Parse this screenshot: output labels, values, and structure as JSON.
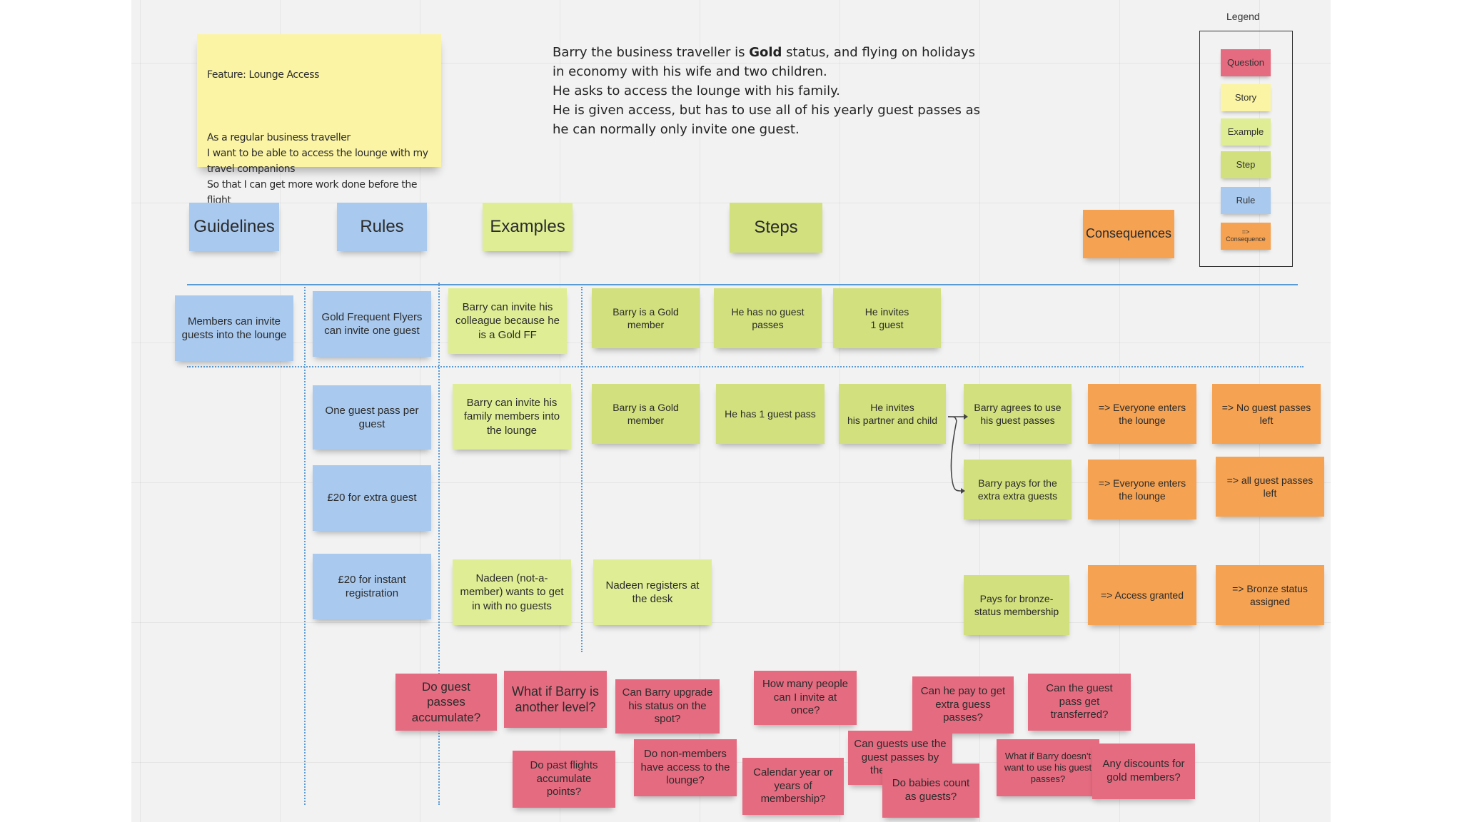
{
  "story": {
    "title": "Feature: Lounge Access",
    "text": "As a regular business traveller\nI want to be able to access the lounge with my travel companions\nSo that I can get more work done before the flight"
  },
  "scenario": {
    "lead": "Barry the business traveller is ",
    "bold": "Gold",
    "rest": " status, and flying on holidays in economy with his wife and two children.\nHe asks to access the lounge with his family.\nHe is given access, but has to use all of his yearly guest passes as he can normally only invite one guest."
  },
  "legend": {
    "title": "Legend",
    "items": [
      "Question",
      "Story",
      "Example",
      "Step",
      "Rule",
      "=>\nConsequence"
    ]
  },
  "headers": {
    "guidelines": "Guidelines",
    "rules": "Rules",
    "examples": "Examples",
    "steps": "Steps",
    "consequences": "Consequences"
  },
  "row1": {
    "guideline": "Members can invite guests into the lounge",
    "rule": "Gold Frequent Flyers can invite one guest",
    "example": "Barry can invite his colleague because he is a Gold FF",
    "steps": [
      "Barry is a Gold member",
      "He has no guest passes",
      "He invites\n1 guest"
    ]
  },
  "rules_more": [
    "One guest pass per guest",
    "£20 for extra guest",
    "£20 for instant registration"
  ],
  "row2": {
    "example": "Barry can invite his family members into the lounge",
    "steps": [
      "Barry is a Gold member",
      "He has 1 guest pass",
      "He invites\nhis partner and child"
    ],
    "branch_a": "Barry agrees to use his guest passes",
    "branch_b": "Barry pays for the extra extra guests",
    "consequences_a": [
      "=> Everyone  enters the lounge",
      "=> No guest passes left"
    ],
    "consequences_b": [
      "=> Everyone  enters the lounge",
      "=> all guest passes left"
    ]
  },
  "row3": {
    "example": "Nadeen (not-a-member) wants to get in with no guests",
    "step": "Nadeen registers at the desk",
    "branch": "Pays for bronze-status membership",
    "consequences": [
      "=> Access granted",
      "=> Bronze status assigned"
    ]
  },
  "questions": [
    "Do guest passes accumulate?",
    "What if Barry is another level?",
    "Can Barry upgrade his status on the spot?",
    "How many people can I invite at once?",
    "Can he pay to get extra guess passes?",
    "Can the guest pass get transferred?",
    "Do past flights accumulate points?",
    "Do non-members have access to the lounge?",
    "Calendar year or years of membership?",
    "Can guests use the guest passes by themselves?",
    "Do babies count as guests?",
    "What if Barry doesn't want to use his guest passes?",
    "Any discounts for gold members?"
  ],
  "colors": {
    "question": "#e56b80",
    "story": "#fbf4a4",
    "example": "#dfee95",
    "step": "#d2e07d",
    "rule": "#a9c9ee",
    "consequence": "#f5a252",
    "divider": "#5a9bd6"
  }
}
